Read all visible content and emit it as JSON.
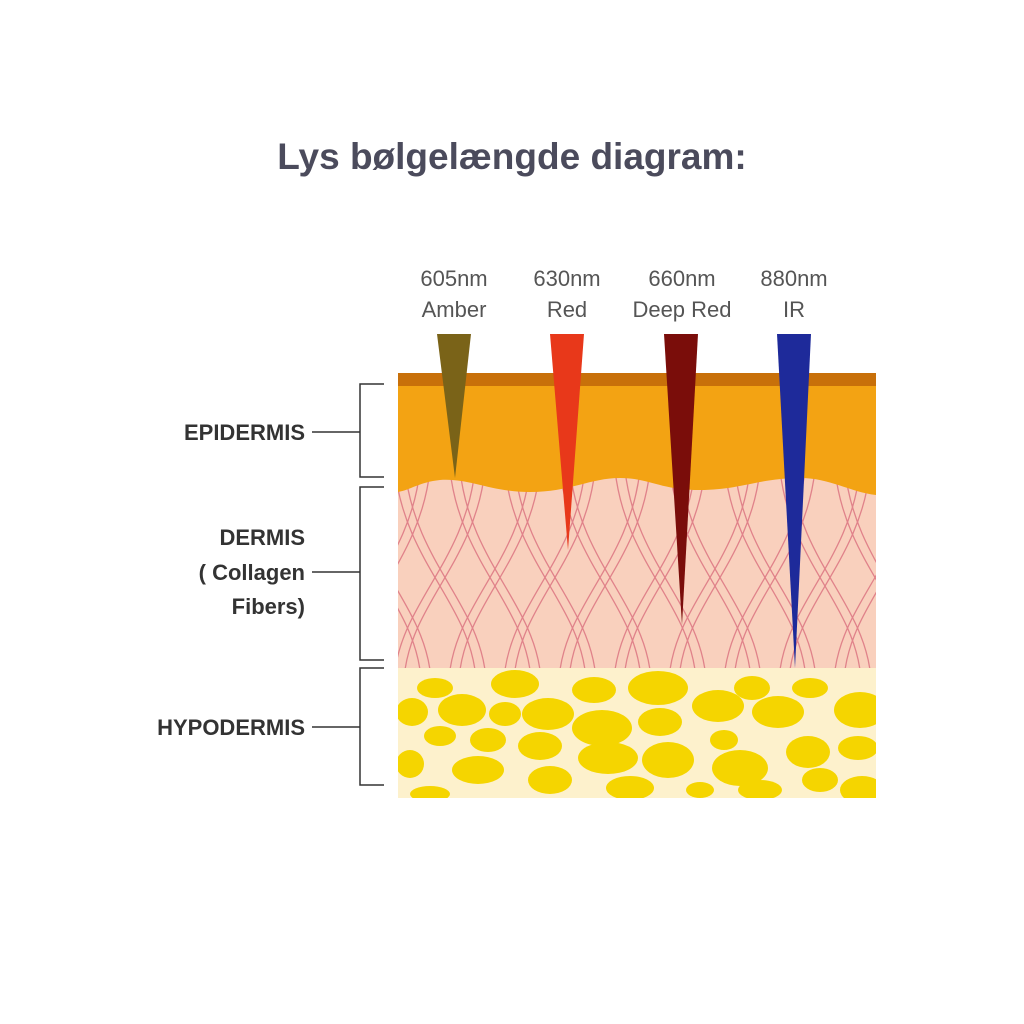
{
  "title": "Lys bølgelængde diagram:",
  "wavelengths": [
    {
      "nm": "605nm",
      "name": "Amber",
      "color": "#7a6318"
    },
    {
      "nm": "630nm",
      "name": "Red",
      "color": "#e8381a"
    },
    {
      "nm": "660nm",
      "name": "Deep Red",
      "color": "#7a0d0a"
    },
    {
      "nm": "880nm",
      "name": "IR",
      "color": "#1e2a9a"
    }
  ],
  "layers": [
    {
      "lines": [
        "EPIDERMIS"
      ],
      "color": "#f3a313"
    },
    {
      "lines": [
        "DERMIS",
        "( Collagen",
        "Fibers)"
      ],
      "color": "#f9d0bd"
    },
    {
      "lines": [
        "HYPODERMIS"
      ],
      "color": "#fdf1cc"
    }
  ],
  "colors": {
    "surface": "#c8700a",
    "fiber": "#e0828a",
    "fat": "#f5d500"
  }
}
